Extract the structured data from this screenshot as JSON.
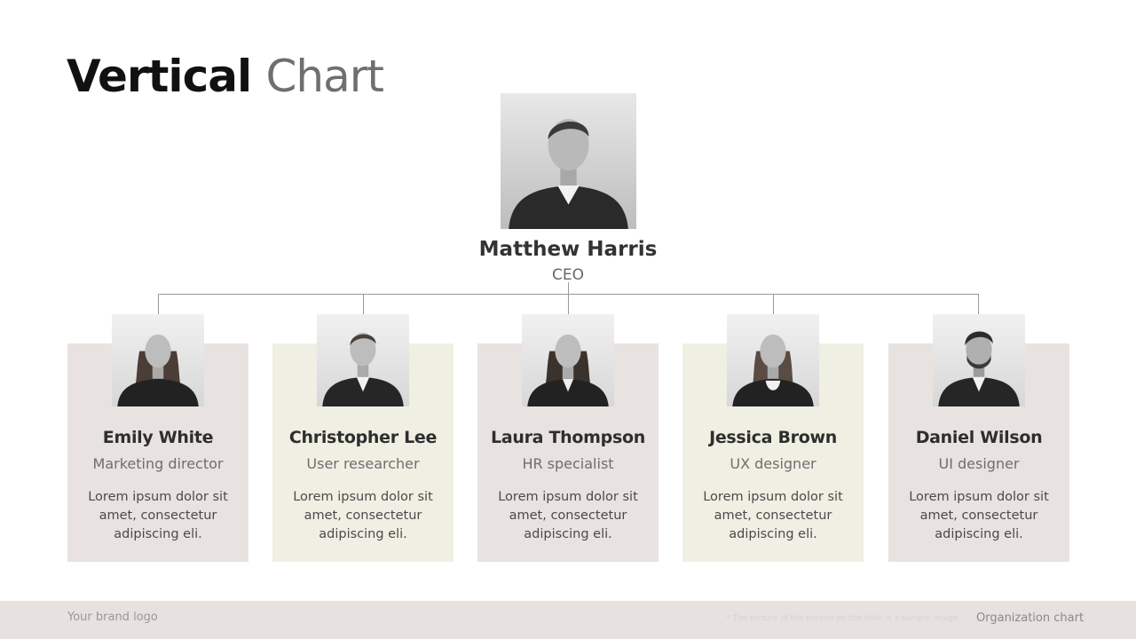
{
  "title": {
    "word1": "Vertical",
    "word2": "Chart"
  },
  "ceo": {
    "name": "Matthew Harris",
    "role": "CEO"
  },
  "team": [
    {
      "name": "Emily White",
      "role": "Marketing director",
      "description": "Lorem ipsum dolor sit amet, consectetur adipiscing eli."
    },
    {
      "name": "Christopher Lee",
      "role": "User researcher",
      "description": "Lorem ipsum dolor sit amet, consectetur adipiscing eli."
    },
    {
      "name": "Laura Thompson",
      "role": "HR specialist",
      "description": "Lorem ipsum dolor sit amet, consectetur adipiscing eli."
    },
    {
      "name": "Jessica Brown",
      "role": "UX designer",
      "description": "Lorem ipsum dolor sit amet, consectetur adipiscing eli."
    },
    {
      "name": "Daniel Wilson",
      "role": "UI designer",
      "description": "Lorem ipsum dolor sit amet, consectetur adipiscing eli."
    }
  ],
  "footer": {
    "brand": "Your brand logo",
    "note": "* The picture of the person on the slide is a sample image",
    "label": "Organization chart"
  },
  "colors": {
    "card_a": "#e8e3e0",
    "card_b": "#f0efe4",
    "footer_bg": "#e7e1df"
  }
}
